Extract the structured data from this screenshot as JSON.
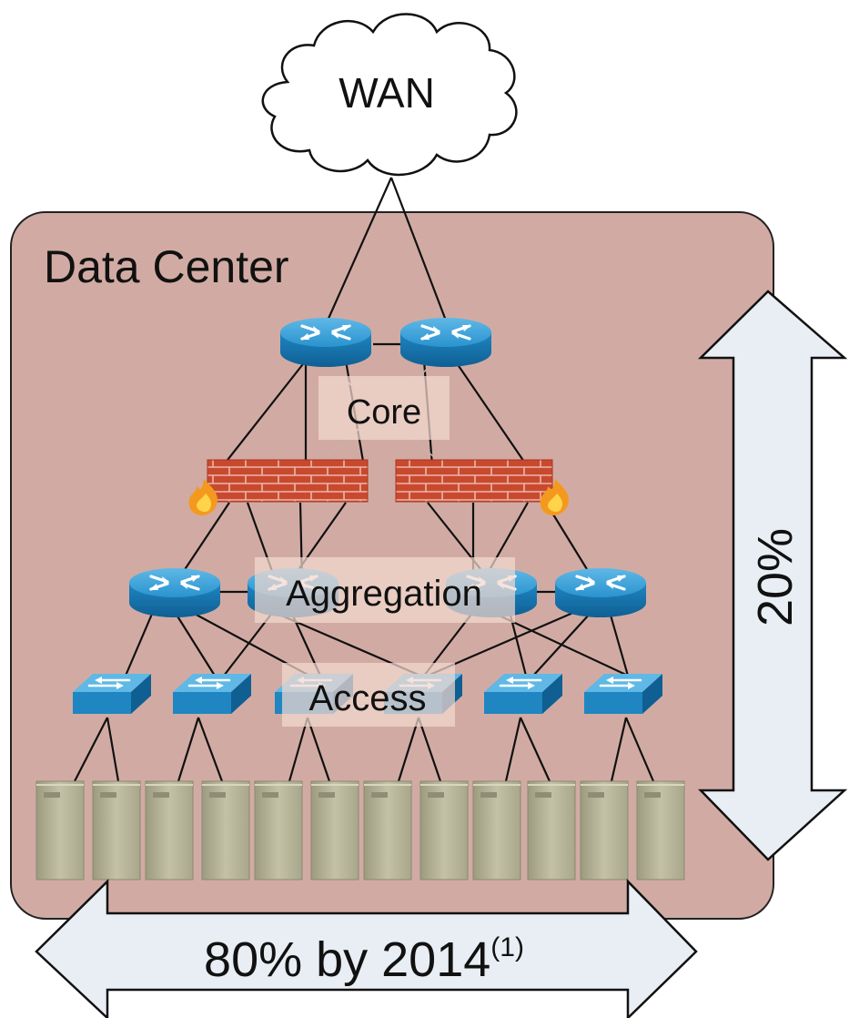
{
  "wan": {
    "label": "WAN"
  },
  "datacenter": {
    "title": "Data Center"
  },
  "layers": {
    "core": "Core",
    "aggregation": "Aggregation",
    "access": "Access"
  },
  "vertical_arrow": {
    "label": "20%"
  },
  "horizontal_arrow": {
    "label": "80% by 2014",
    "superscript": "(1)"
  },
  "colors": {
    "datacenter_fill": "#d1aba3",
    "device_blue": "#1f8cc8",
    "firewall_red": "#c0452f",
    "server_fill": "#b8b69a",
    "arrow_fill": "#e8eef4"
  }
}
